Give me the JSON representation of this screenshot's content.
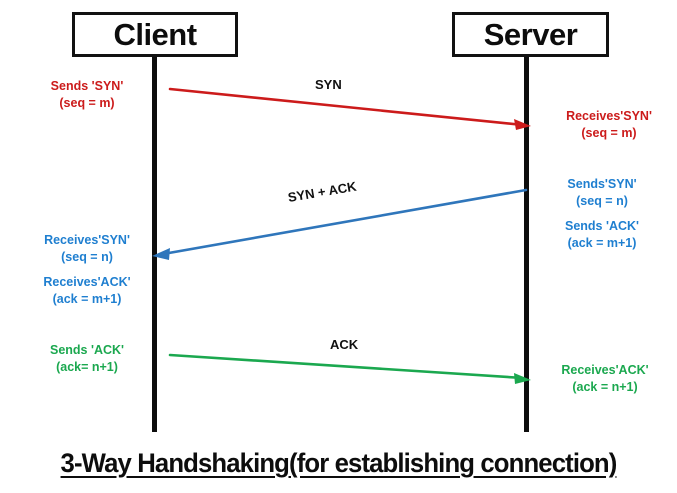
{
  "diagram": {
    "nodes": {
      "client": "Client",
      "server": "Server"
    },
    "messages": [
      {
        "id": "syn",
        "label": "SYN",
        "color": "#cc1b1b",
        "direction": "client-to-server"
      },
      {
        "id": "syn-ack",
        "label": "SYN + ACK",
        "color": "#1f7fd0",
        "direction": "server-to-client"
      },
      {
        "id": "ack",
        "label": "ACK",
        "color": "#1ba84f",
        "direction": "client-to-server"
      }
    ],
    "annotations": {
      "client_sends_syn": {
        "line1": "Sends 'SYN'",
        "line2": "(seq = m)"
      },
      "server_recv_syn": {
        "line1": "Receives'SYN'",
        "line2": "(seq = m)"
      },
      "server_sends_syn": {
        "line1": "Sends'SYN'",
        "line2": "(seq = n)"
      },
      "server_sends_ack": {
        "line1": "Sends 'ACK'",
        "line2": "(ack = m+1)"
      },
      "client_recv_syn": {
        "line1": "Receives'SYN'",
        "line2": "(seq = n)"
      },
      "client_recv_ack": {
        "line1": "Receives'ACK'",
        "line2": "(ack = m+1)"
      },
      "client_sends_ack": {
        "line1": "Sends 'ACK'",
        "line2": "(ack= n+1)"
      },
      "server_recv_ack": {
        "line1": "Receives'ACK'",
        "line2": "(ack = n+1)"
      }
    },
    "footer_title": "3-Way Handshaking(for establishing connection)",
    "colors": {
      "red": "#cc1b1b",
      "blue": "#1f7fd0",
      "green": "#1ba84f",
      "ink": "#0d0d0d",
      "background": "#ffffff"
    }
  }
}
